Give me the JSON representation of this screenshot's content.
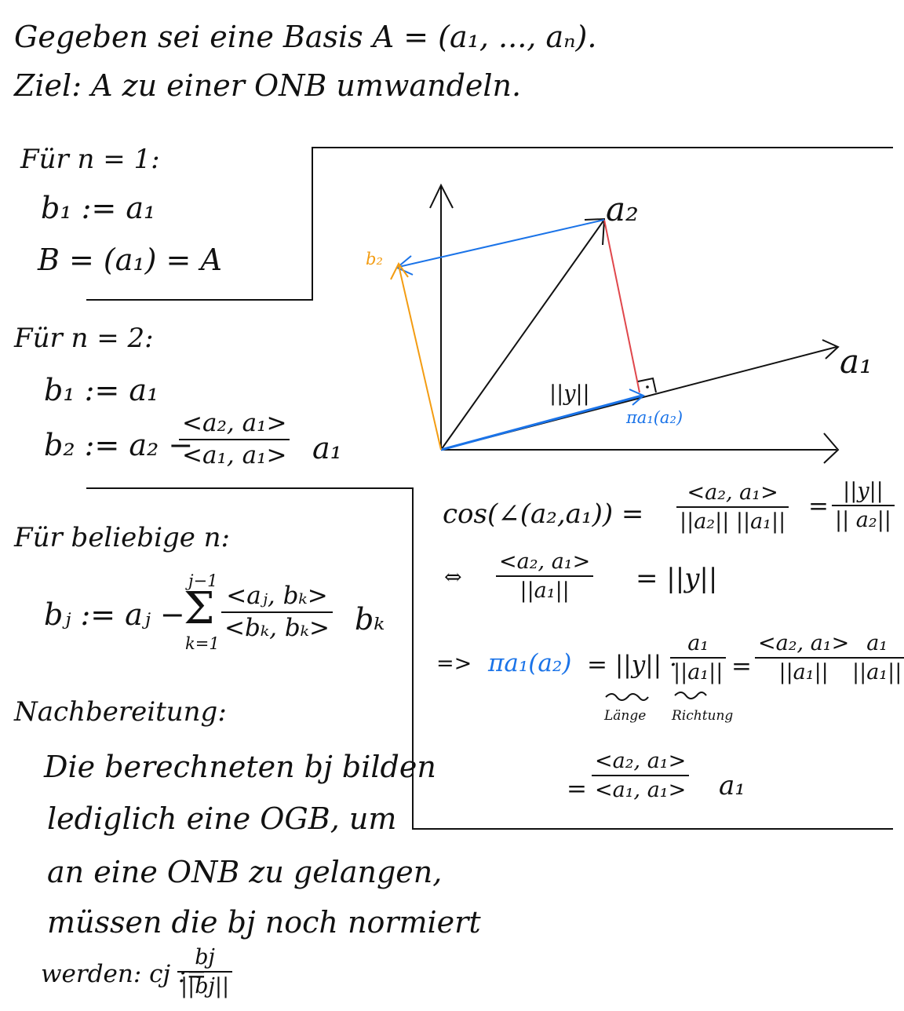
{
  "intro": {
    "line1": "Gegeben sei eine Basis A = (a₁, ..., aₙ).",
    "line2": "Ziel: A zu einer ONB umwandeln."
  },
  "n1": {
    "heading": "Für n = 1:",
    "b1": "b₁ := a₁",
    "B": "B = (a₁) = A"
  },
  "n2": {
    "heading": "Für n = 2:",
    "b1": "b₁ := a₁",
    "b2_lhs": "b₂ := a₂ −",
    "b2_num": "<a₂, a₁>",
    "b2_den": "<a₁, a₁>",
    "b2_tail": "a₁"
  },
  "ngen": {
    "heading": "Für beliebige n:",
    "lhs": "bⱼ := aⱼ −",
    "sum_top": "j−1",
    "sum_sym": "Σ",
    "sum_bot": "k=1",
    "num": "<aⱼ, bₖ>",
    "den": "<bₖ, bₖ>",
    "tail": "bₖ"
  },
  "post": {
    "heading": "Nachbereitung:",
    "l1": "Die berechneten bj bilden",
    "l2": "lediglich eine OGB, um",
    "l3": "an eine ONB zu gelangen,",
    "l4": "müssen die bj noch normiert",
    "l5": "werden: cj :=",
    "frac_num": "bj",
    "frac_den": "||bj||"
  },
  "diagram": {
    "a1": "a₁",
    "a2": "a₂",
    "b2": "b₂",
    "y": "||y||",
    "proj": "πa₁(a₂)",
    "right_angle_dot": "·"
  },
  "derivation": {
    "cos_lhs": "cos(∠(a₂,a₁)) =",
    "f1_num": "<a₂, a₁>",
    "f1_den": "||a₂|| ||a₁||",
    "eq1": "=",
    "f2_num": "||y||",
    "f2_den": "|| a₂||",
    "equiv": "⇔",
    "f3_num": "<a₂, a₁>",
    "f3_den": "||a₁||",
    "eq2": "= ||y||",
    "implies": "=>",
    "proj_lbl": "πa₁(a₂)",
    "eq3": "= ||y|| ·",
    "f4_num": "a₁",
    "f4_den": "||a₁||",
    "eq4": "=",
    "f5_num": "<a₂, a₁>",
    "f5_den": "||a₁||",
    "f6_num": "a₁",
    "f6_den": "||a₁||",
    "laenge": "Länge",
    "richtung": "Richtung",
    "eq5": "=",
    "f7_num": "<a₂, a₁>",
    "f7_den": "<a₁, a₁>",
    "tail": "a₁"
  },
  "colors": {
    "ink": "#111111",
    "blue": "#1a73e8",
    "orange": "#f39c12",
    "red": "#e0474c"
  }
}
